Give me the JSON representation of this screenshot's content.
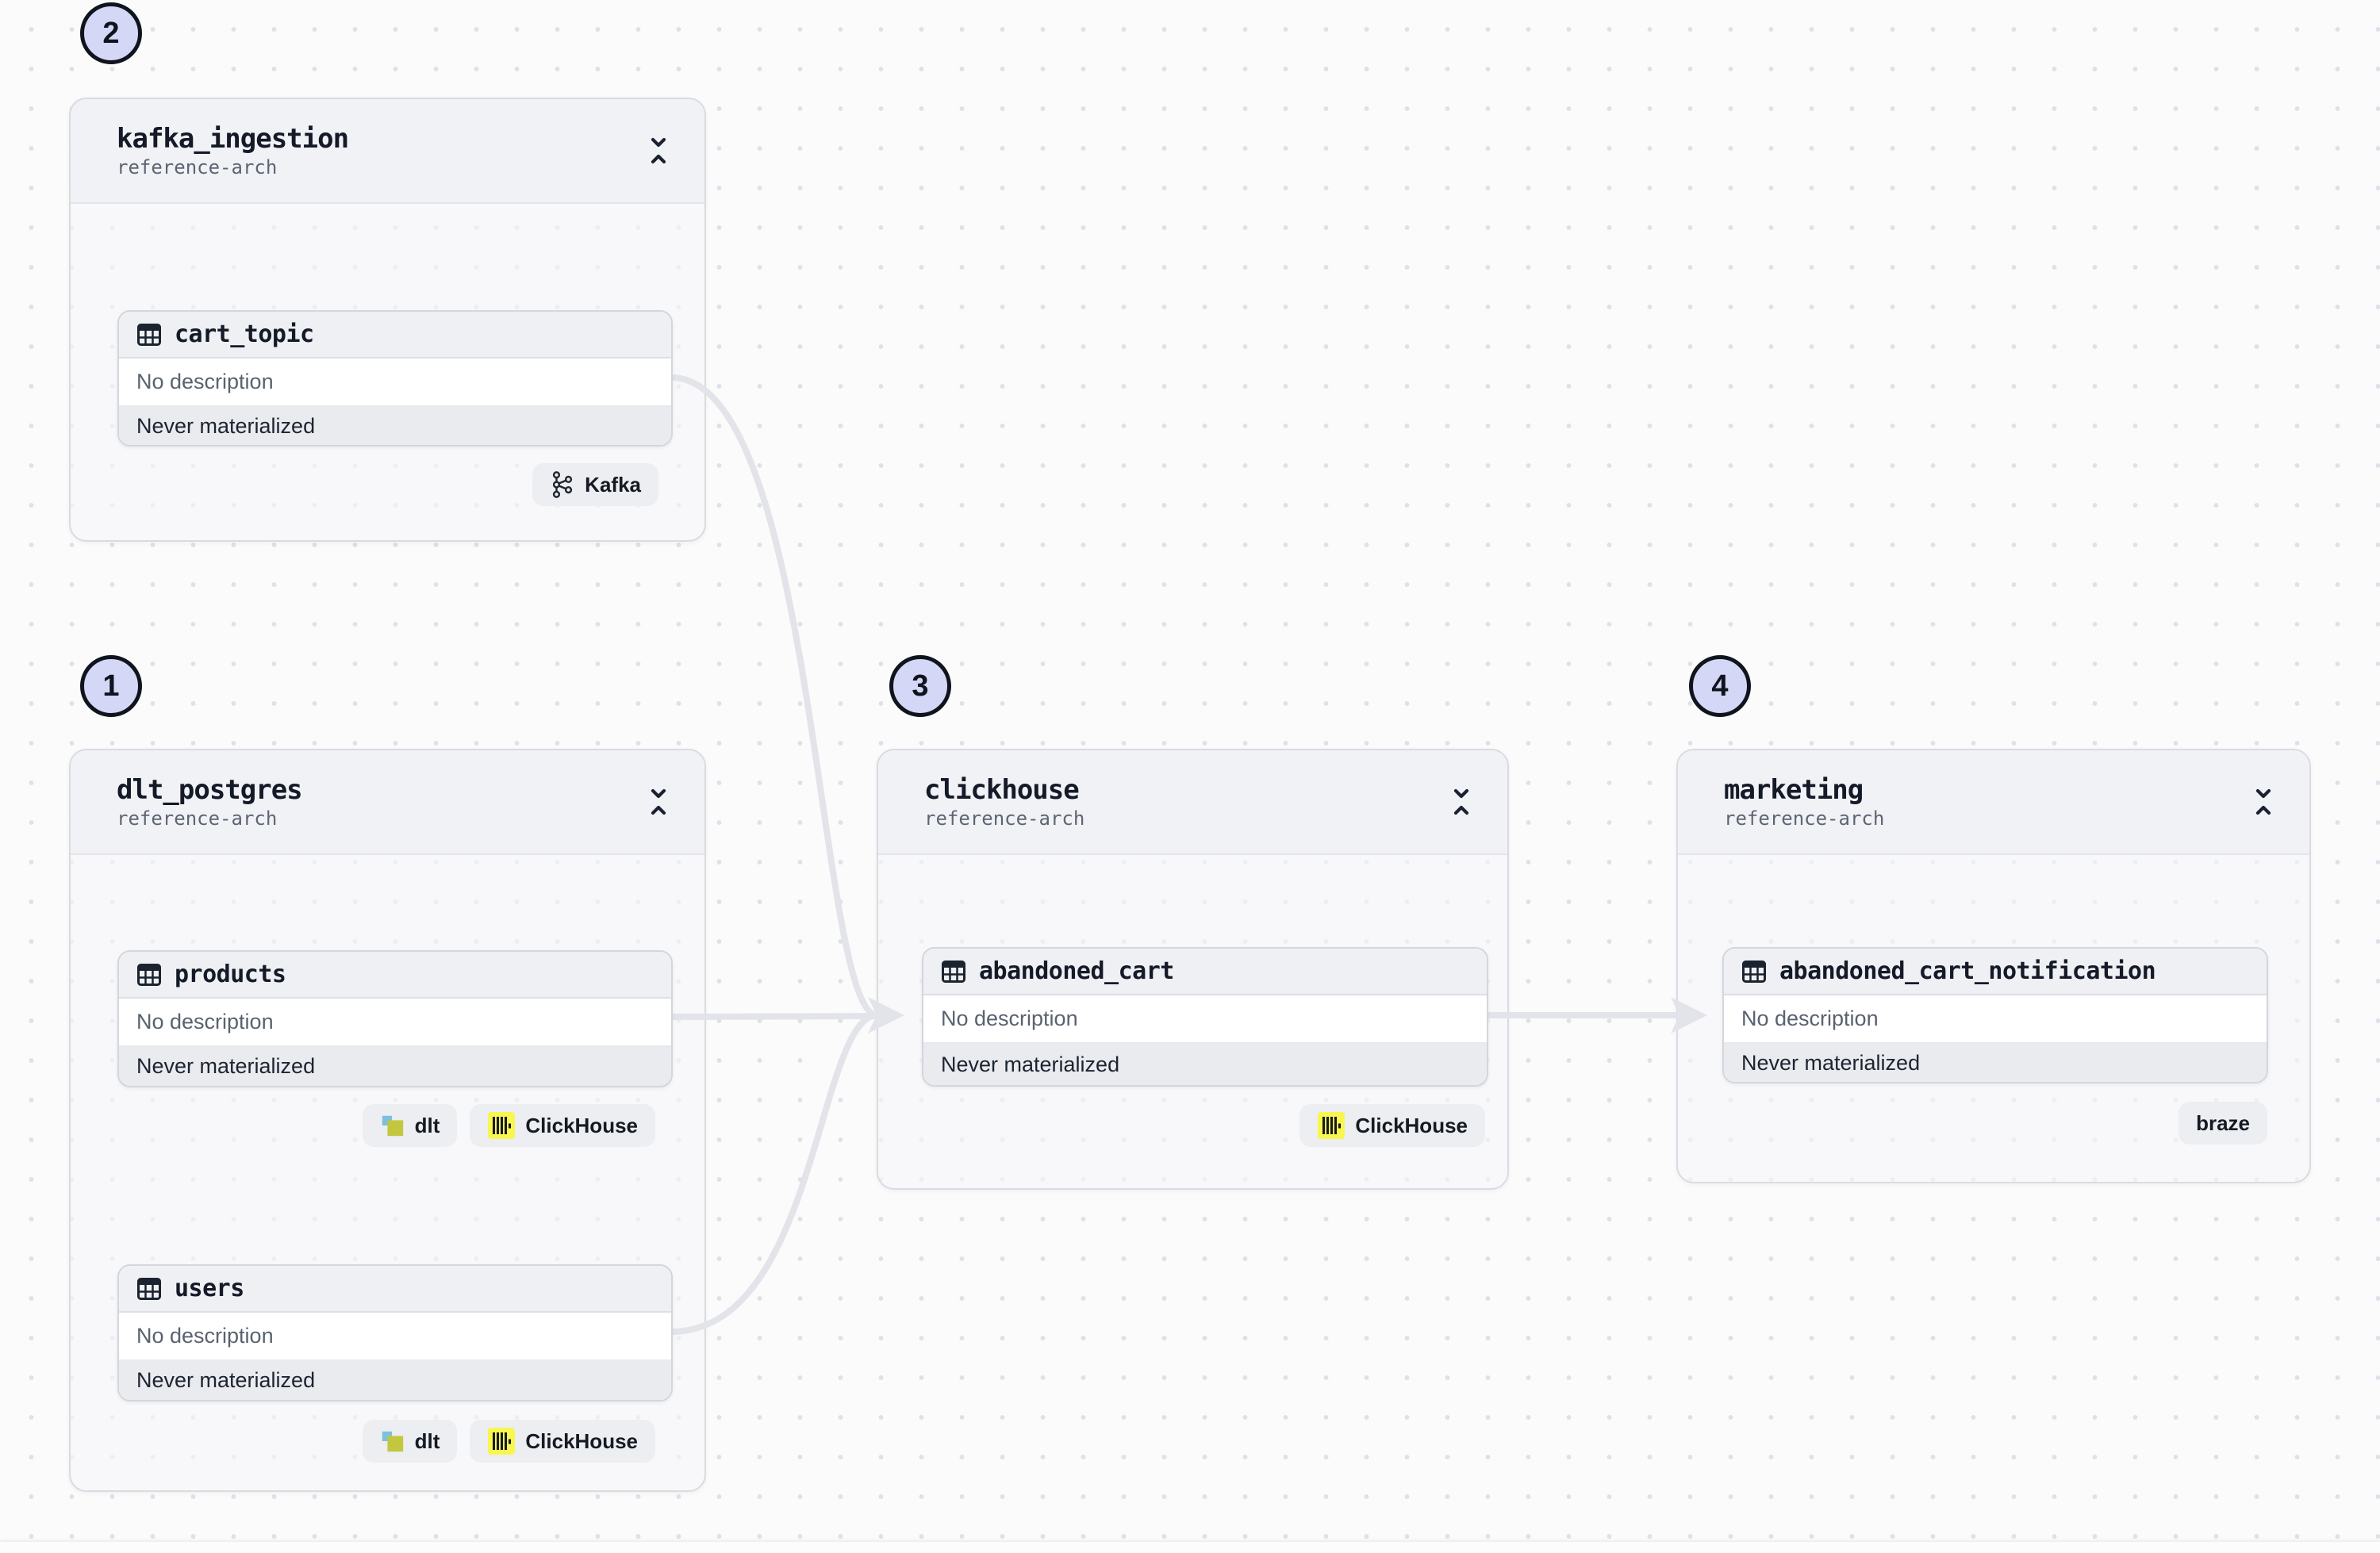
{
  "diagram": {
    "groups": [
      {
        "number": "2",
        "title": "kafka_ingestion",
        "subtitle": "reference-arch",
        "assets": [
          {
            "name": "cart_topic",
            "description": "No description",
            "status": "Never materialized",
            "tags": [
              {
                "label": "Kafka",
                "icon": "kafka-logo"
              }
            ]
          }
        ]
      },
      {
        "number": "1",
        "title": "dlt_postgres",
        "subtitle": "reference-arch",
        "assets": [
          {
            "name": "products",
            "description": "No description",
            "status": "Never materialized",
            "tags": [
              {
                "label": "dlt",
                "icon": "dlt-logo"
              },
              {
                "label": "ClickHouse",
                "icon": "clickhouse-logo"
              }
            ]
          },
          {
            "name": "users",
            "description": "No description",
            "status": "Never materialized",
            "tags": [
              {
                "label": "dlt",
                "icon": "dlt-logo"
              },
              {
                "label": "ClickHouse",
                "icon": "clickhouse-logo"
              }
            ]
          }
        ]
      },
      {
        "number": "3",
        "title": "clickhouse",
        "subtitle": "reference-arch",
        "assets": [
          {
            "name": "abandoned_cart",
            "description": "No description",
            "status": "Never materialized",
            "tags": [
              {
                "label": "ClickHouse",
                "icon": "clickhouse-logo"
              }
            ]
          }
        ]
      },
      {
        "number": "4",
        "title": "marketing",
        "subtitle": "reference-arch",
        "assets": [
          {
            "name": "abandoned_cart_notification",
            "description": "No description",
            "status": "Never materialized",
            "tags": [
              {
                "label": "braze",
                "icon": null
              }
            ]
          }
        ]
      }
    ],
    "edges": [
      {
        "from": "cart_topic",
        "to": "abandoned_cart"
      },
      {
        "from": "products",
        "to": "abandoned_cart"
      },
      {
        "from": "users",
        "to": "abandoned_cart"
      },
      {
        "from": "abandoned_cart",
        "to": "abandoned_cart_notification"
      }
    ],
    "colors": {
      "edge": "#e2e4e9",
      "number_badge_bg": "#d5d7f6",
      "number_badge_border": "#0f141d",
      "clickhouse_yellow": "#f8f64f",
      "dlt_blue": "#7cc0dd",
      "dlt_olive": "#c2c73f"
    }
  }
}
